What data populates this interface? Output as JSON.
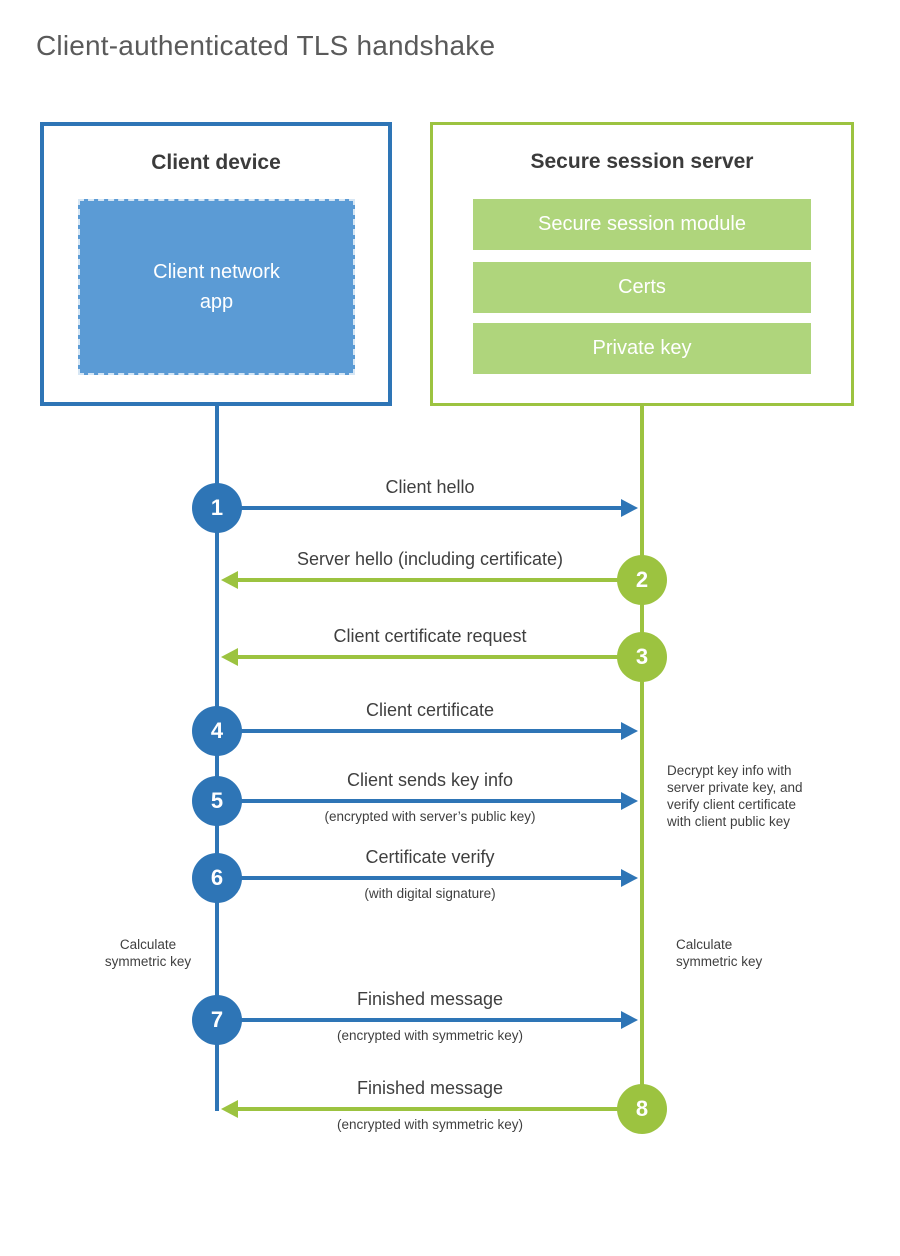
{
  "title": "Client-authenticated TLS handshake",
  "client": {
    "heading": "Client device",
    "app_box": "Client network app"
  },
  "server": {
    "heading": "Secure session server",
    "modules": [
      "Secure session module",
      "Certs",
      "Private key"
    ]
  },
  "messages": [
    {
      "num": "1",
      "from": "client",
      "to": "server",
      "label": "Client hello",
      "sub": ""
    },
    {
      "num": "2",
      "from": "server",
      "to": "client",
      "label": "Server hello (including certificate)",
      "sub": ""
    },
    {
      "num": "3",
      "from": "server",
      "to": "client",
      "label": "Client certificate request",
      "sub": ""
    },
    {
      "num": "4",
      "from": "client",
      "to": "server",
      "label": "Client certificate",
      "sub": ""
    },
    {
      "num": "5",
      "from": "client",
      "to": "server",
      "label": "Client sends key info",
      "sub": "(encrypted with server’s public key)"
    },
    {
      "num": "6",
      "from": "client",
      "to": "server",
      "label": "Certificate verify",
      "sub": "(with digital signature)"
    },
    {
      "num": "7",
      "from": "client",
      "to": "server",
      "label": "Finished message",
      "sub": "(encrypted with symmetric key)"
    },
    {
      "num": "8",
      "from": "server",
      "to": "client",
      "label": "Finished message",
      "sub": "(encrypted with symmetric key)"
    }
  ],
  "annotations": {
    "client_calculate": "Calculate symmetric key",
    "server_calculate": "Calculate symmetric key",
    "server_note": "Decrypt key info with server private key, and verify client certificate with client public key"
  },
  "colors": {
    "blue": "#2E75B6",
    "blue_fill": "#5B9BD5",
    "green": "#9CC340",
    "green_fill": "#AFD57C",
    "heading_text": "#3B3B3B",
    "label_text": "#3F3F3F",
    "title_text": "#5A5A5A"
  }
}
